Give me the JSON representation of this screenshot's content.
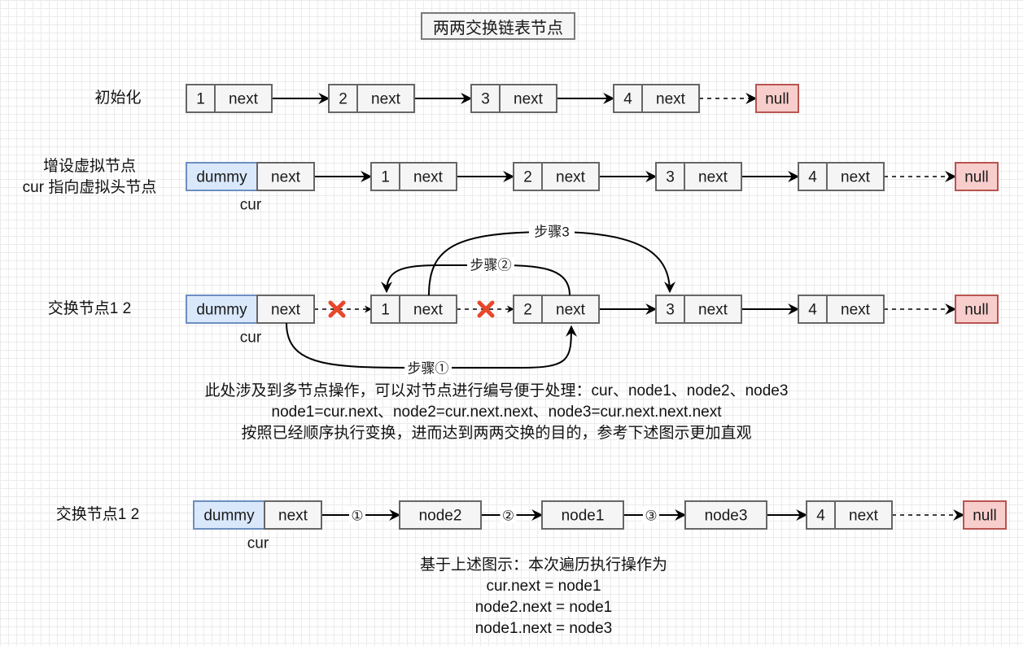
{
  "title": "两两交换链表节点",
  "colors": {
    "node_fill": "#f5f5f5",
    "node_stroke": "#666666",
    "dummy_fill": "#dae8fc",
    "dummy_stroke": "#6c8ebf",
    "null_fill": "#f8cecc",
    "null_stroke": "#b85450",
    "cross": "#e8472a",
    "edge": "#000000"
  },
  "rows": [
    {
      "label": [
        "初始化"
      ],
      "nodes": [
        {
          "type": "node",
          "value": "1",
          "ptr": "next"
        },
        {
          "type": "node",
          "value": "2",
          "ptr": "next"
        },
        {
          "type": "node",
          "value": "3",
          "ptr": "next"
        },
        {
          "type": "node",
          "value": "4",
          "ptr": "next"
        },
        {
          "type": "null",
          "value": "null"
        }
      ]
    },
    {
      "label": [
        "增设虚拟节点",
        "cur 指向虚拟头节点"
      ],
      "cur_label": "cur",
      "nodes": [
        {
          "type": "dummy",
          "value": "dummy",
          "ptr": "next"
        },
        {
          "type": "node",
          "value": "1",
          "ptr": "next"
        },
        {
          "type": "node",
          "value": "2",
          "ptr": "next"
        },
        {
          "type": "node",
          "value": "3",
          "ptr": "next"
        },
        {
          "type": "node",
          "value": "4",
          "ptr": "next"
        },
        {
          "type": "null",
          "value": "null"
        }
      ]
    },
    {
      "label": [
        "交换节点1 2"
      ],
      "cur_label": "cur",
      "nodes": [
        {
          "type": "dummy",
          "value": "dummy",
          "ptr": "next"
        },
        {
          "type": "node",
          "value": "1",
          "ptr": "next"
        },
        {
          "type": "node",
          "value": "2",
          "ptr": "next"
        },
        {
          "type": "node",
          "value": "3",
          "ptr": "next"
        },
        {
          "type": "node",
          "value": "4",
          "ptr": "next"
        },
        {
          "type": "null",
          "value": "null"
        }
      ],
      "steps": [
        "步骤①",
        "步骤②",
        "步骤3"
      ],
      "broken_links": [
        "dummy → 1",
        "1 → 2"
      ]
    },
    {
      "label": [
        "交换节点1 2"
      ],
      "cur_label": "cur",
      "nodes": [
        {
          "type": "dummy",
          "value": "dummy",
          "ptr": "next"
        },
        {
          "type": "single",
          "value": "node2"
        },
        {
          "type": "single",
          "value": "node1"
        },
        {
          "type": "single",
          "value": "node3"
        },
        {
          "type": "node",
          "value": "4",
          "ptr": "next"
        },
        {
          "type": "null",
          "value": "null"
        }
      ],
      "edge_labels": [
        "①",
        "②",
        "③"
      ]
    }
  ],
  "note_middle": [
    "此处涉及到多节点操作，可以对节点进行编号便于处理：cur、node1、node2、node3",
    "node1=cur.next、node2=cur.next.next、node3=cur.next.next.next",
    "按照已经顺序执行变换，进而达到两两交换的目的，参考下述图示更加直观"
  ],
  "note_bottom": [
    "基于上述图示：本次遍历执行操作为",
    "cur.next = node1",
    "node2.next = node1",
    "node1.next = node3"
  ]
}
